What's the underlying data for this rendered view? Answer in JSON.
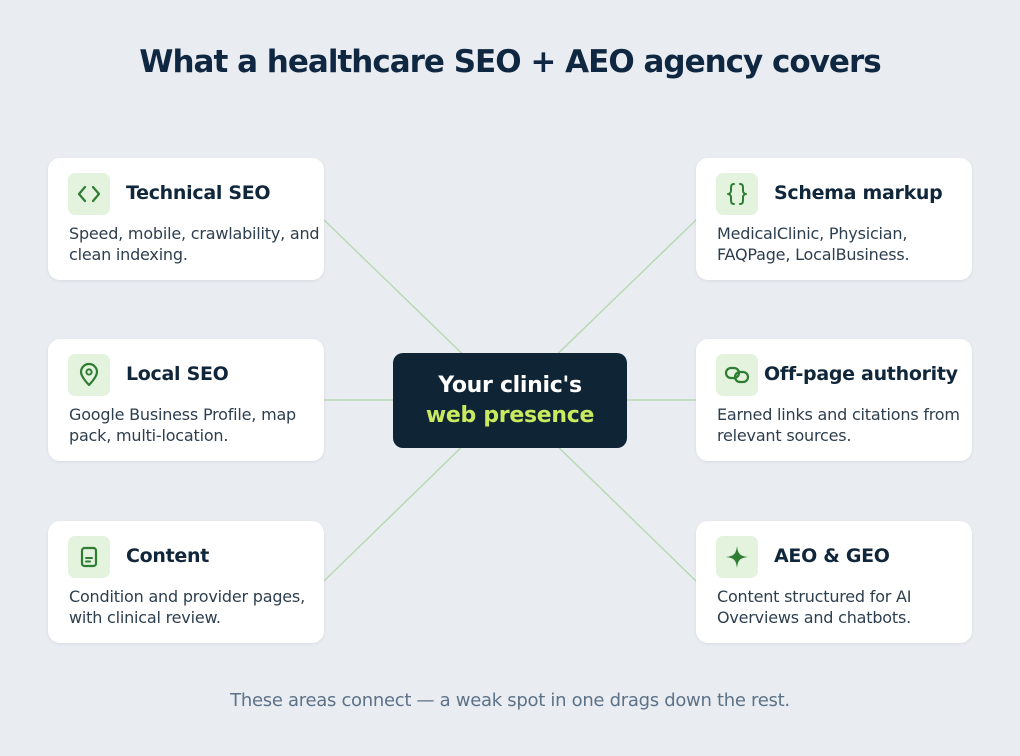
{
  "title": "What a healthcare SEO + AEO agency covers",
  "center": {
    "line1": "Your clinic's",
    "line2": "web presence"
  },
  "cards": {
    "technical_seo": {
      "title": "Technical SEO",
      "desc": "Speed, mobile, crawlability, and clean indexing.",
      "icon": "code-brackets-icon"
    },
    "local_seo": {
      "title": "Local SEO",
      "desc": "Google Business Profile, map pack, multi-location.",
      "icon": "map-pin-icon"
    },
    "content": {
      "title": "Content",
      "desc": "Condition and provider pages, with clinical review.",
      "icon": "document-icon"
    },
    "schema_markup": {
      "title": "Schema markup",
      "desc": "MedicalClinic, Physician, FAQPage, LocalBusiness.",
      "icon": "curly-braces-icon"
    },
    "offpage_authority": {
      "title": "Off-page authority",
      "desc": "Earned links and citations from relevant sources.",
      "icon": "link-icon"
    },
    "aeo_geo": {
      "title": "AEO & GEO",
      "desc": "Content structured for AI Overviews and chatbots.",
      "icon": "sparkle-icon"
    }
  },
  "footer": "These areas connect — a weak spot in one drags down the rest.",
  "colors": {
    "background": "#e9edf2",
    "center_bg": "#0f2536",
    "highlight": "#c9ea5f",
    "icon_green": "#2e7d32",
    "icon_tile": "#e4f3de",
    "connector": "#b8d9b3"
  }
}
